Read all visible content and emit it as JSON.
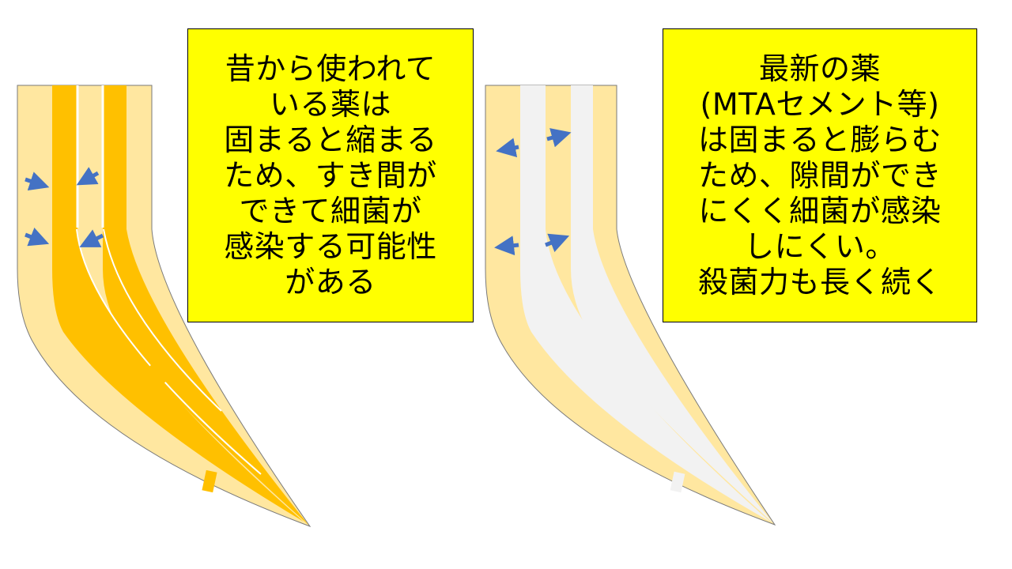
{
  "colors": {
    "root_canal_wall": "#ffe7a0",
    "old_filling": "#ffc000",
    "new_filling": "#f2f2f2",
    "arrow": "#4472c4",
    "note_background": "#ffff00"
  },
  "notes": {
    "old_medicine": {
      "lines": [
        "昔から使われて",
        "いる薬は",
        "固まると縮まる",
        "ため、すき間が",
        "できて細菌が",
        "感染する可能性",
        "がある"
      ]
    },
    "new_medicine": {
      "lines": [
        "最新の薬",
        "(MTAセメント等)",
        "は固まると膨らむ",
        "ため、隙間ができ",
        "にくく細菌が感染",
        "しにくい。",
        "殺菌力も長く続く"
      ]
    }
  },
  "arrows": {
    "left_root": [
      "arrow-inward",
      "arrow-inward",
      "arrow-inward",
      "arrow-inward"
    ],
    "right_root": [
      "arrow-outward",
      "arrow-outward",
      "arrow-outward",
      "arrow-outward"
    ]
  }
}
